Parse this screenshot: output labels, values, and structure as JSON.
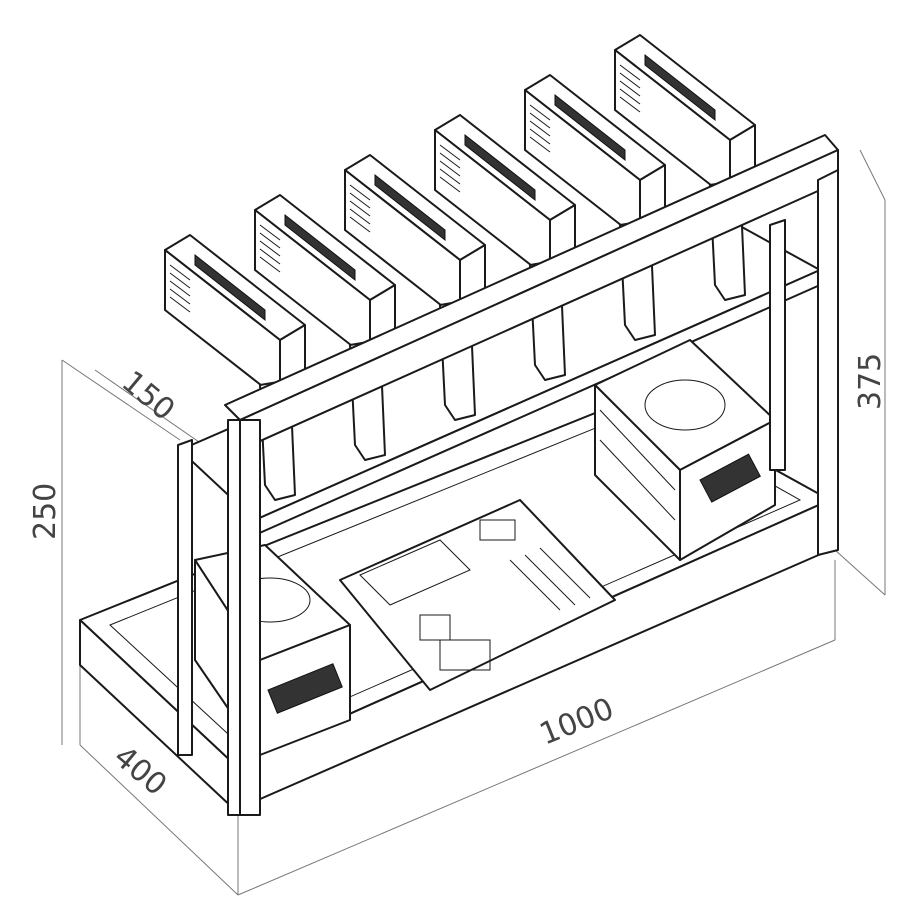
{
  "diagram": {
    "dimensions": {
      "depth_top": "150",
      "height_left": "250",
      "height_right": "375",
      "length": "1000",
      "depth_base": "400"
    },
    "gpu_count": 6
  }
}
